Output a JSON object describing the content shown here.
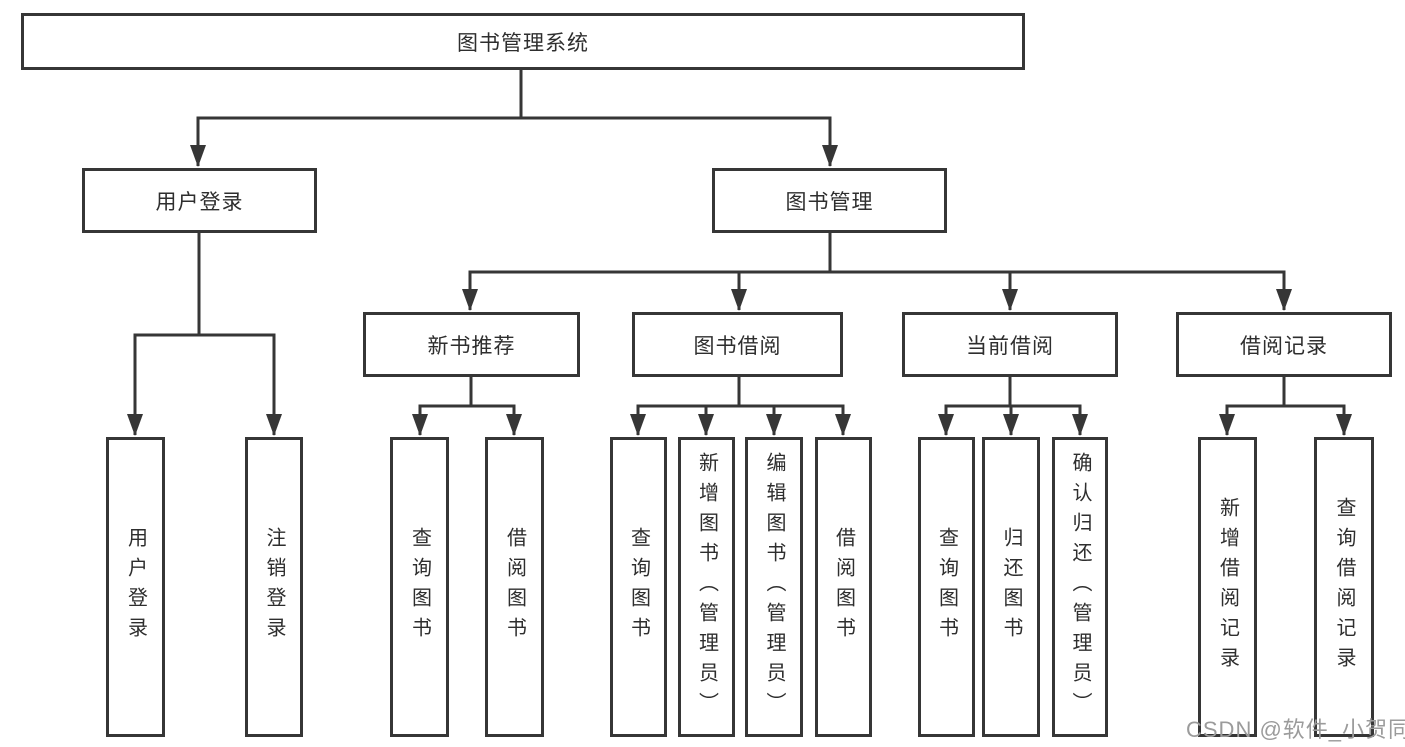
{
  "root": {
    "label": "图书管理系统"
  },
  "user_login": {
    "label": "用户登录",
    "children": [
      {
        "label": "用户登录"
      },
      {
        "label": "注销登录"
      }
    ]
  },
  "book_management": {
    "label": "图书管理",
    "sections": [
      {
        "label": "新书推荐",
        "children": [
          {
            "label": "查询图书"
          },
          {
            "label": "借阅图书"
          }
        ]
      },
      {
        "label": "图书借阅",
        "children": [
          {
            "label": "查询图书"
          },
          {
            "label": "新增图书（管理员）"
          },
          {
            "label": "编辑图书（管理员）"
          },
          {
            "label": "借阅图书"
          }
        ]
      },
      {
        "label": "当前借阅",
        "children": [
          {
            "label": "查询图书"
          },
          {
            "label": "归还图书"
          },
          {
            "label": "确认归还（管理员）"
          }
        ]
      },
      {
        "label": "借阅记录",
        "children": [
          {
            "label": "新增借阅记录"
          },
          {
            "label": "查询借阅记录"
          }
        ]
      }
    ]
  },
  "watermark": {
    "text": "CSDN @软件_小贺同学"
  },
  "colors": {
    "line": "#363636",
    "box_border": "#363636",
    "text": "#2e2e2e",
    "watermark": "#9b9b9b",
    "background": "#ffffff"
  }
}
